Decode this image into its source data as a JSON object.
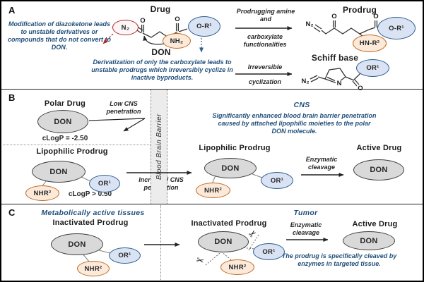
{
  "chem": {
    "n2": "N₂",
    "o": "O",
    "n": "N",
    "nh2": "NH₂",
    "o_r1": "O-R¹",
    "hn_r2": "HN-R²",
    "or1": "OR¹",
    "don": "DON",
    "nhr2": "NHR²"
  },
  "icons": {
    "scissors": "✂"
  },
  "colors": {
    "annotation_blue": "#1f4e79",
    "diazo_red": "#b22222",
    "amine_orange": "#c06820",
    "amine_fill": "#fbe9d9",
    "ester_blue": "#2e5f8f",
    "ester_fill": "#dae3f3",
    "don_gray": "#d9d9d9",
    "barrier_gray": "#ececec"
  },
  "a": {
    "label": "A",
    "note_left": "Modification of diazoketone leads to unstable derivatives or compounds that do not convert to DON.",
    "drug_title": "Drug",
    "don_label": "DON",
    "note_bottom": "Derivatization of only the carboxylate leads to unstable prodrugs which irreversibly cyclize in inactive byproducts.",
    "arrow1_above": "Prodrugging amine and",
    "arrow1_below": "carboxylate functionalities",
    "prodrug_title": "Prodrug",
    "arrow2_above": "Irreversible",
    "arrow2_below": "cyclization",
    "schiff_title": "Schiff base"
  },
  "b": {
    "label": "B",
    "polar_drug_title": "Polar Drug",
    "clogp_polar": "cLogP = -2.50",
    "low_cns": "Low CNS penetration",
    "barrier": "Blood Brain Barrier",
    "lipophilic_title": "Lipophilic Prodrug",
    "clogp_lipo": "cLogP > 0.50",
    "increased_cns": "Increased CNS penetration",
    "cns_title": "CNS",
    "cns_note": "Significantly enhanced blood brain barrier penetration caused by attached lipophilic moieties to the polar DON molecule.",
    "lipophilic_title_right": "Lipophilic Prodrug",
    "enzymatic": "Enzymatic cleavage",
    "active_drug_title": "Active Drug"
  },
  "c": {
    "label": "C",
    "tissues_title": "Metabolically active tissues",
    "inactivated_title": "Inactivated Prodrug",
    "tumor_title": "Tumor",
    "inactivated_title_right": "Inactivated Prodrug",
    "enzymatic": "Enzymatic cleavage",
    "active_drug_title": "Active Drug",
    "cleave_note": "The prodrug is specifically cleaved by enzymes in targeted tissue."
  }
}
